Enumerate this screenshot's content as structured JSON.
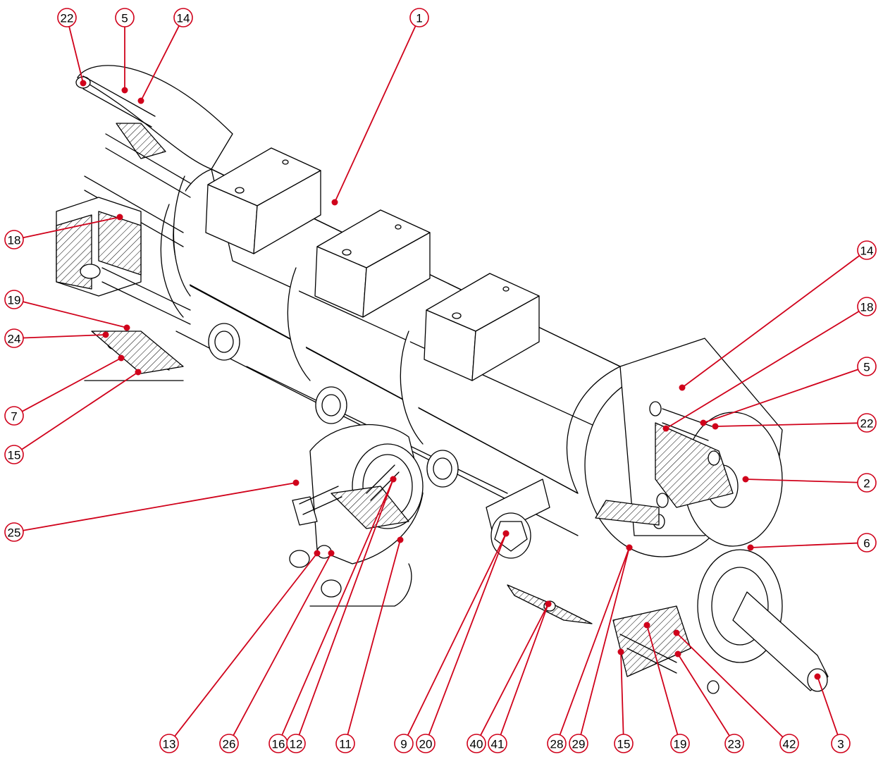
{
  "callouts": [
    {
      "label": "22"
    },
    {
      "label": "5"
    },
    {
      "label": "14"
    },
    {
      "label": "1"
    },
    {
      "label": "18"
    },
    {
      "label": "19"
    },
    {
      "label": "24"
    },
    {
      "label": "7"
    },
    {
      "label": "15"
    },
    {
      "label": "14"
    },
    {
      "label": "18"
    },
    {
      "label": "5"
    },
    {
      "label": "22"
    },
    {
      "label": "2"
    },
    {
      "label": "25"
    },
    {
      "label": "6"
    },
    {
      "label": "13"
    },
    {
      "label": "26"
    },
    {
      "label": "16"
    },
    {
      "label": "12"
    },
    {
      "label": "11"
    },
    {
      "label": "9"
    },
    {
      "label": "20"
    },
    {
      "label": "40"
    },
    {
      "label": "41"
    },
    {
      "label": "28"
    },
    {
      "label": "29"
    },
    {
      "label": "15"
    },
    {
      "label": "19"
    },
    {
      "label": "23"
    },
    {
      "label": "42"
    },
    {
      "label": "3"
    }
  ],
  "colors": {
    "callout": "#d0021b",
    "line": "#000000",
    "background": "#ffffff"
  }
}
